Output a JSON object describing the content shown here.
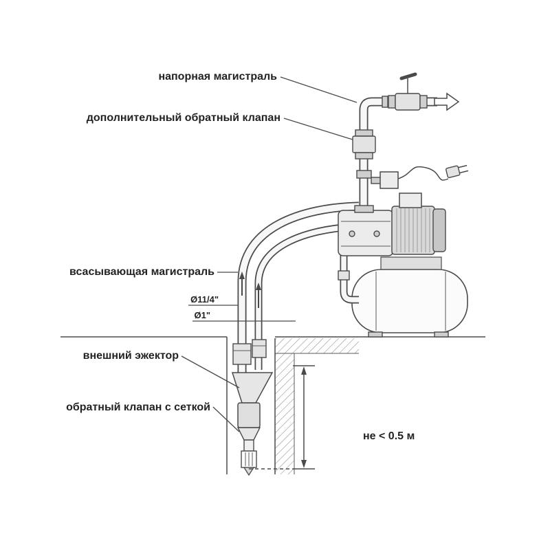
{
  "figure": {
    "labels": {
      "pressure_line": "напорная магистраль",
      "additional_check_valve": "дополнительный обратный клапан",
      "suction_line": "всасывающая магистраль",
      "diameter_suction_outer": "Ø11/4\"",
      "diameter_suction_inner": "Ø1\"",
      "external_ejector": "внешний эжектор",
      "check_valve_with_strainer": "обратный клапан с сеткой",
      "min_distance": "не < 0.5 м"
    },
    "colors": {
      "line": "#4a4a4a",
      "fill_light": "#ececec",
      "fill_mid": "#d9d9d9",
      "text": "#232323",
      "background": "#ffffff"
    }
  }
}
